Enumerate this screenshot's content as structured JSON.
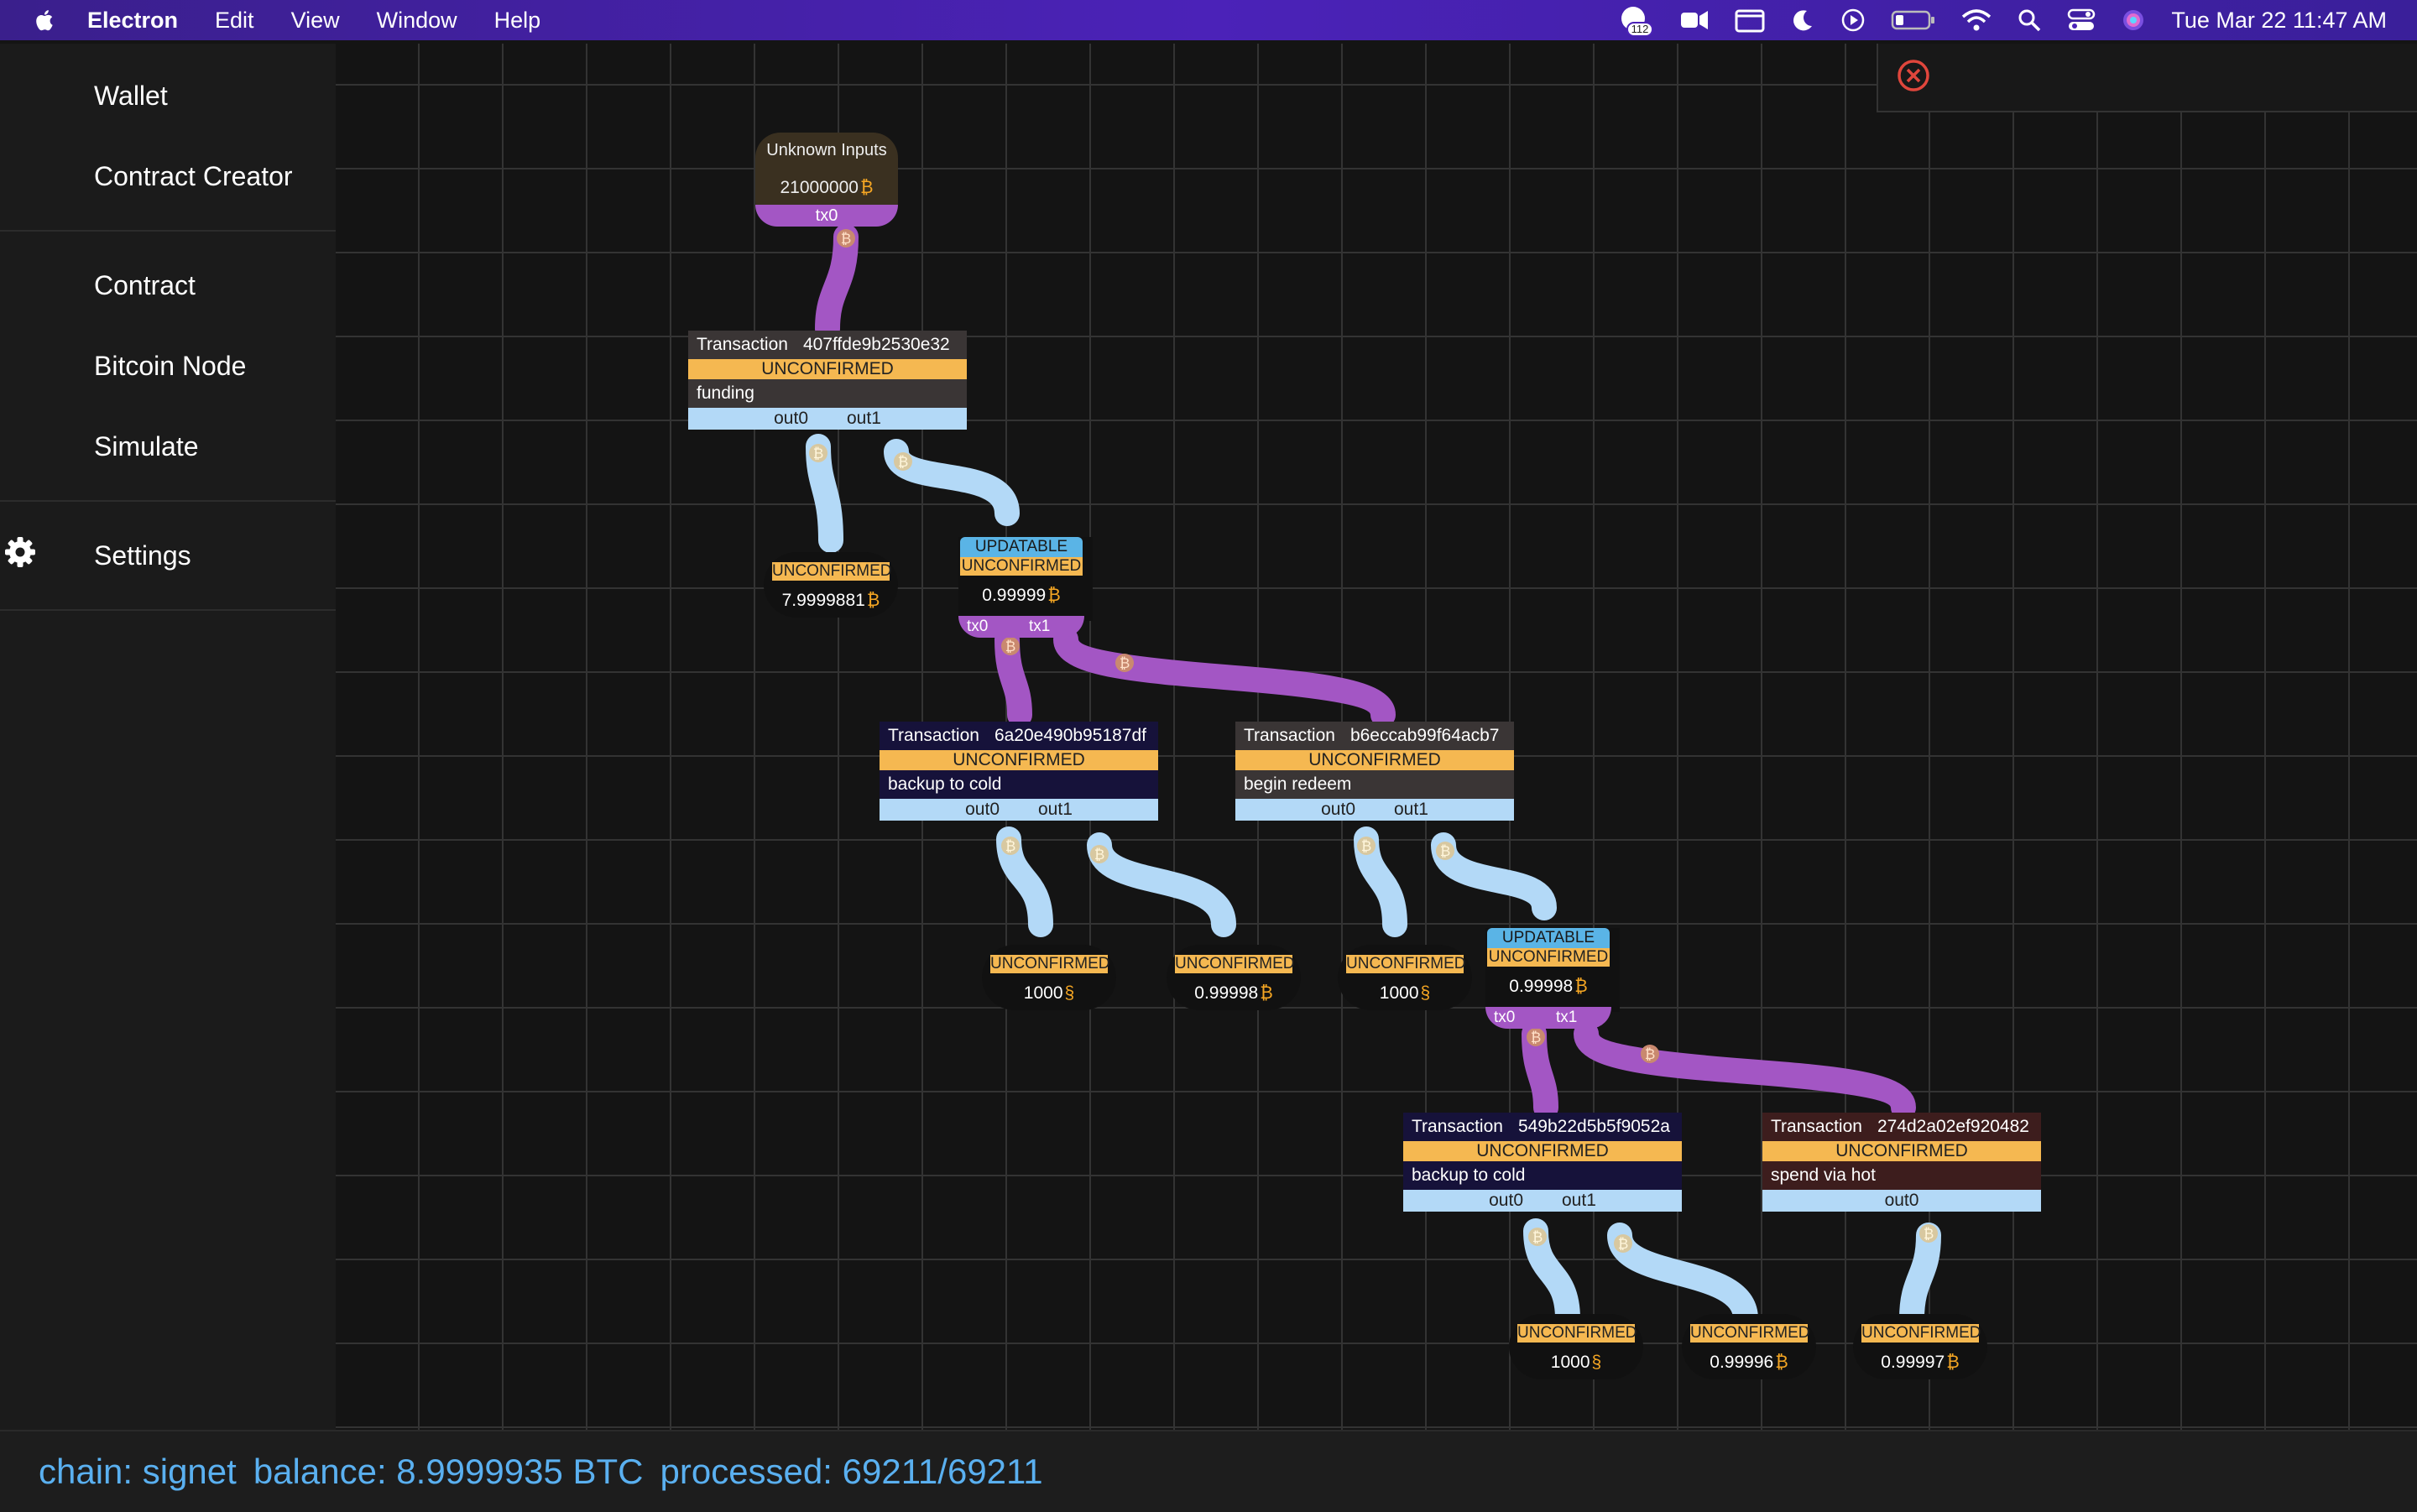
{
  "menubar": {
    "app_name": "Electron",
    "menus": [
      "Edit",
      "View",
      "Window",
      "Help"
    ],
    "badge": "112",
    "clock": "Tue Mar 22  11:47 AM"
  },
  "sidebar": {
    "items": [
      {
        "label": "Wallet"
      },
      {
        "label": "Contract Creator"
      },
      {
        "label": "Contract"
      },
      {
        "label": "Bitcoin Node"
      },
      {
        "label": "Simulate"
      },
      {
        "label": "Settings"
      }
    ]
  },
  "status": {
    "chain": "chain: signet",
    "balance": "balance: 8.9999935 BTC",
    "processed": "processed: 69211/69211"
  },
  "colors": {
    "unconfirmed": "#f5b851",
    "updatable": "#5ab4e6",
    "input_wire": "#a356c4",
    "output_wire": "#b3d9f7",
    "status_text": "#5ab0f0"
  },
  "graph": {
    "unknown_inputs": {
      "title": "Unknown Inputs",
      "value": "21000000",
      "unit": "₿",
      "input": "tx0"
    },
    "transactions": [
      {
        "label": "Transaction",
        "id": "407ffde9b2530e32",
        "status": "UNCONFIRMED",
        "note": "funding",
        "outputs": [
          "out0",
          "out1"
        ]
      },
      {
        "label": "Transaction",
        "id": "6a20e490b95187df",
        "status": "UNCONFIRMED",
        "note": "backup to cold",
        "outputs": [
          "out0",
          "out1"
        ]
      },
      {
        "label": "Transaction",
        "id": "b6eccab99f64acb7",
        "status": "UNCONFIRMED",
        "note": "begin redeem",
        "outputs": [
          "out0",
          "out1"
        ]
      },
      {
        "label": "Transaction",
        "id": "549b22d5b5f9052a",
        "status": "UNCONFIRMED",
        "note": "backup to cold",
        "outputs": [
          "out0",
          "out1"
        ]
      },
      {
        "label": "Transaction",
        "id": "274d2a02ef920482",
        "status": "UNCONFIRMED",
        "note": "spend via hot",
        "outputs": [
          "out0"
        ]
      }
    ],
    "outputs": [
      {
        "status": "UNCONFIRMED",
        "value": "7.9999881",
        "unit": "₿"
      },
      {
        "updatable": "UPDATABLE",
        "status": "UNCONFIRMED",
        "value": "0.99999",
        "unit": "₿",
        "inputs": [
          "tx0",
          "tx1"
        ]
      },
      {
        "status": "UNCONFIRMED",
        "value": "1000",
        "unit": "§"
      },
      {
        "status": "UNCONFIRMED",
        "value": "0.99998",
        "unit": "₿"
      },
      {
        "status": "UNCONFIRMED",
        "value": "1000",
        "unit": "§"
      },
      {
        "updatable": "UPDATABLE",
        "status": "UNCONFIRMED",
        "value": "0.99998",
        "unit": "₿",
        "inputs": [
          "tx0",
          "tx1"
        ]
      },
      {
        "status": "UNCONFIRMED",
        "value": "1000",
        "unit": "§"
      },
      {
        "status": "UNCONFIRMED",
        "value": "0.99996",
        "unit": "₿"
      },
      {
        "status": "UNCONFIRMED",
        "value": "0.99997",
        "unit": "₿"
      }
    ],
    "wire_badge": "₿"
  }
}
